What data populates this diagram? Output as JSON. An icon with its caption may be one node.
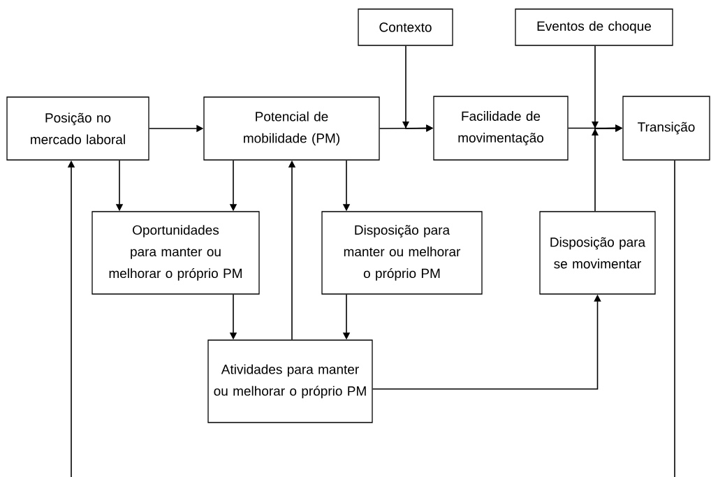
{
  "diagram": {
    "nodes": [
      {
        "text": [
          "Posição no mercado laboral"
        ]
      },
      {
        "text": [
          "Potencial de mobilidade (PM)"
        ]
      },
      {
        "text": [
          "Contexto"
        ]
      },
      {
        "text": [
          "Eventos de choque"
        ]
      },
      {
        "text": [
          "Facilidade de movimentação"
        ]
      },
      {
        "text": [
          "Transição"
        ]
      },
      {
        "text": [
          "Oportunidades para manter ou melhorar o próprio PM"
        ]
      },
      {
        "text": [
          "Disposição para manter ou melhorar o próprio PM"
        ]
      },
      {
        "text": [
          "Disposição para se movimentar"
        ]
      },
      {
        "text": [
          "Atividades para manter ou melhorar o próprio PM"
        ]
      }
    ],
    "edges": [
      {
        "from": 0,
        "to": 1,
        "arrow": "to"
      },
      {
        "from": 1,
        "to": 4,
        "arrow": "to"
      },
      {
        "from": 2,
        "to": 4,
        "arrow": "to"
      },
      {
        "from": 4,
        "to": 5,
        "arrow": "to"
      },
      {
        "from": 3,
        "to": 5,
        "arrow": "to"
      },
      {
        "from": 8,
        "to": 5,
        "arrow": "to"
      },
      {
        "from": 0,
        "to": 6,
        "arrow": "to"
      },
      {
        "from": 1,
        "to": 6,
        "arrow": "to"
      },
      {
        "from": 1,
        "to": 7,
        "arrow": "to"
      },
      {
        "from": 6,
        "to": 9,
        "arrow": "to"
      },
      {
        "from": 7,
        "to": 9,
        "arrow": "to"
      },
      {
        "from": 9,
        "to": 1,
        "arrow": "to"
      },
      {
        "from": 9,
        "to": 8,
        "arrow": "to"
      },
      {
        "from": null,
        "to": 0,
        "arrow": "to"
      },
      {
        "from": 5,
        "to": null,
        "arrow": "none"
      }
    ]
  }
}
